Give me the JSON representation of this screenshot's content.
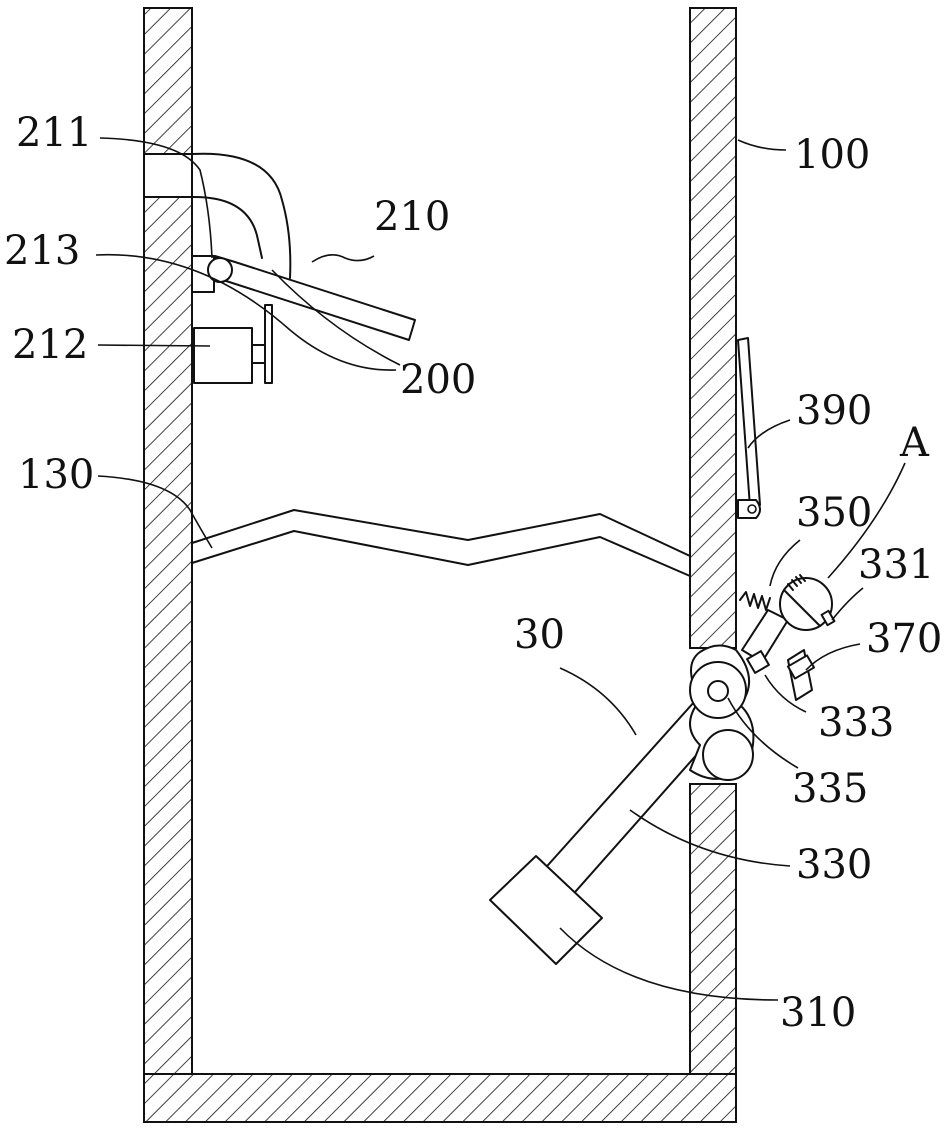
{
  "labels": {
    "housing": "100",
    "partition": "130",
    "flap": "200",
    "flap_assembly": "210",
    "hinge": "211",
    "actuator": "212",
    "stop": "213",
    "mechanism": "30",
    "weight": "310",
    "lever": "330",
    "pin": "331",
    "block": "333",
    "pivot": "335",
    "spring": "350",
    "bracket": "370",
    "rod": "390",
    "detail": "A"
  }
}
